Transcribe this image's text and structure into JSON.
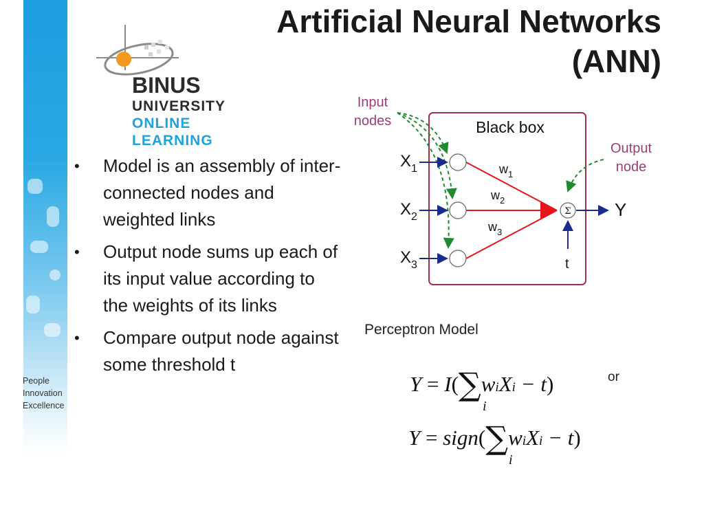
{
  "slide": {
    "title_line1": "Artificial Neural Networks",
    "title_line2": "(ANN)"
  },
  "logo": {
    "line1": "BINUS",
    "line2": "UNIVERSITY",
    "line3": "ONLINE",
    "line4": "LEARNING"
  },
  "tagline": {
    "line1": "People",
    "line2": "Innovation",
    "line3": "Excellence"
  },
  "bullets": [
    "Model is an assembly of inter-connected nodes and weighted links",
    "Output node sums up each of its input value according to the weights of its links",
    "Compare output node against some threshold t"
  ],
  "bullet_marker": "•",
  "diagram": {
    "input_label_line1": "Input",
    "input_label_line2": "nodes",
    "box_label": "Black box",
    "output_label_line1": "Output",
    "output_label_line2": "node",
    "inputs": [
      "X",
      "X",
      "X"
    ],
    "input_subs": [
      "1",
      "2",
      "3"
    ],
    "weights": [
      "w",
      "w",
      "w"
    ],
    "weight_subs": [
      "1",
      "2",
      "3"
    ],
    "sum_symbol": "Σ",
    "output": "Y",
    "threshold": "t",
    "colors": {
      "label_purple": "#9b3d78",
      "box_border": "#a0304a",
      "link_red": "#e8141c",
      "arrow_navy": "#1b2a8c",
      "dashed_green": "#1f8a2e"
    }
  },
  "caption": "Perceptron Model",
  "formulas": {
    "or": "or",
    "f1": {
      "left": "Y",
      "eq": "=",
      "func": "I",
      "open": "(",
      "sigma": "∑",
      "w": "w",
      "sub_i": "i",
      "X": "X",
      "sub_i2": "i",
      "minus_t": "− t",
      "close": ")",
      "under": "i"
    },
    "f2": {
      "left": "Y",
      "eq": "=",
      "func": "sign",
      "open": "(",
      "sigma": "∑",
      "w": "w",
      "sub_i": "i",
      "X": "X",
      "sub_i2": "i",
      "minus_t": "− t",
      "close": ")",
      "under": "i"
    }
  }
}
